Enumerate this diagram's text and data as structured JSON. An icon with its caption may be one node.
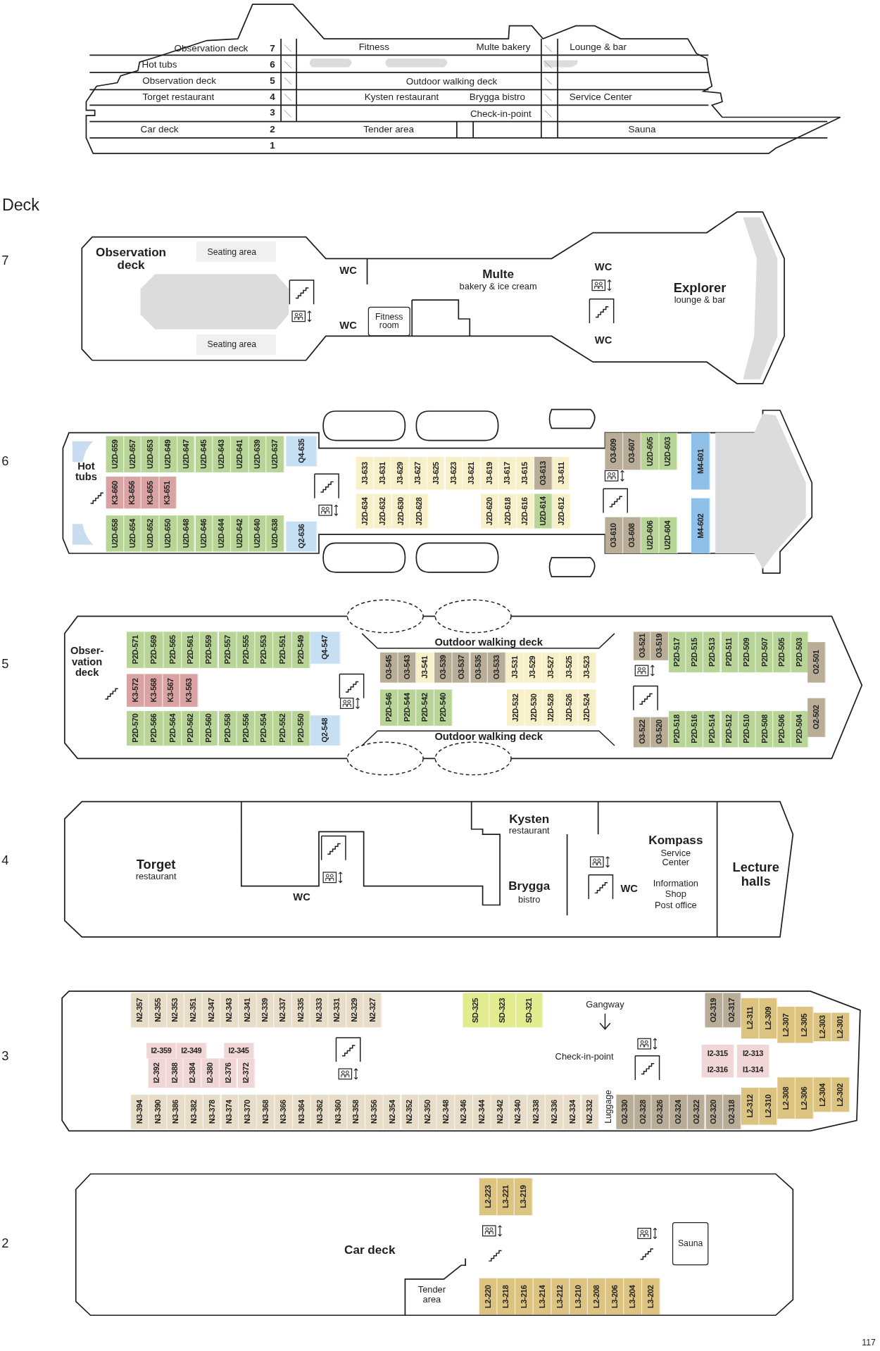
{
  "diagram": {
    "nodes": [
      {
        "text": [
          "Fitness room"
        ]
      },
      {
        "text": [
          "U2D-659"
        ]
      },
      {
        "text": [
          "U2D-657"
        ]
      },
      {
        "text": [
          "U2D-653"
        ]
      },
      {
        "text": [
          "U2D-649"
        ]
      },
      {
        "text": [
          "U2D-647"
        ]
      },
      {
        "text": [
          "U2D-645"
        ]
      },
      {
        "text": [
          "U2D-643"
        ]
      },
      {
        "text": [
          "U2D-641"
        ]
      },
      {
        "text": [
          "U2D-639"
        ]
      },
      {
        "text": [
          "U2D-637"
        ]
      },
      {
        "text": [
          "Q4-635"
        ]
      },
      {
        "text": [
          "K3-660"
        ]
      },
      {
        "text": [
          "K3-656"
        ]
      },
      {
        "text": [
          "K3-655"
        ]
      },
      {
        "text": [
          "K3-651"
        ]
      },
      {
        "text": [
          "U2D-658"
        ]
      },
      {
        "text": [
          "U2D-654"
        ]
      },
      {
        "text": [
          "U2D-652"
        ]
      },
      {
        "text": [
          "U2D-650"
        ]
      },
      {
        "text": [
          "U2D-648"
        ]
      },
      {
        "text": [
          "U2D-646"
        ]
      },
      {
        "text": [
          "U2D-644"
        ]
      },
      {
        "text": [
          "U2D-642"
        ]
      },
      {
        "text": [
          "U2D-640"
        ]
      },
      {
        "text": [
          "U2D-638"
        ]
      },
      {
        "text": [
          "Q2-636"
        ]
      },
      {
        "text": [
          "J3-633"
        ]
      },
      {
        "text": [
          "J3-631"
        ]
      },
      {
        "text": [
          "J3-629"
        ]
      },
      {
        "text": [
          "J3-627"
        ]
      },
      {
        "text": [
          "J3-625"
        ]
      },
      {
        "text": [
          "J3-623"
        ]
      },
      {
        "text": [
          "J3-621"
        ]
      },
      {
        "text": [
          "J3-619"
        ]
      },
      {
        "text": [
          "J3-617"
        ]
      },
      {
        "text": [
          "J3-615"
        ]
      },
      {
        "text": [
          "O3-613"
        ]
      },
      {
        "text": [
          "J3-611"
        ]
      },
      {
        "text": [
          "J2D-634"
        ]
      },
      {
        "text": [
          "J2D-632"
        ]
      },
      {
        "text": [
          "J2D-630"
        ]
      },
      {
        "text": [
          "J2D-628"
        ]
      },
      {
        "text": [
          "J2D-620"
        ]
      },
      {
        "text": [
          "J2D-618"
        ]
      },
      {
        "text": [
          "J2D-616"
        ]
      },
      {
        "text": [
          "U2D-614"
        ]
      },
      {
        "text": [
          "J2D-612"
        ]
      },
      {
        "text": [
          "O3-609"
        ]
      },
      {
        "text": [
          "O3-607"
        ]
      },
      {
        "text": [
          "U2D-605"
        ]
      },
      {
        "text": [
          "U2D-603"
        ]
      },
      {
        "text": [
          "M4-601"
        ]
      },
      {
        "text": [
          "O3-610"
        ]
      },
      {
        "text": [
          "O3-608"
        ]
      },
      {
        "text": [
          "U2D-606"
        ]
      },
      {
        "text": [
          "U2D-604"
        ]
      },
      {
        "text": [
          "M4-602"
        ]
      },
      {
        "text": [
          "P2D-571"
        ]
      },
      {
        "text": [
          "P2D-569"
        ]
      },
      {
        "text": [
          "P2D-565"
        ]
      },
      {
        "text": [
          "P2D-561"
        ]
      },
      {
        "text": [
          "P2D-559"
        ]
      },
      {
        "text": [
          "P2D-557"
        ]
      },
      {
        "text": [
          "P2D-555"
        ]
      },
      {
        "text": [
          "P2D-553"
        ]
      },
      {
        "text": [
          "P2D-551"
        ]
      },
      {
        "text": [
          "P2D-549"
        ]
      },
      {
        "text": [
          "Q4-547"
        ]
      },
      {
        "text": [
          "K3-572"
        ]
      },
      {
        "text": [
          "K3-568"
        ]
      },
      {
        "text": [
          "K3-567"
        ]
      },
      {
        "text": [
          "K3-563"
        ]
      },
      {
        "text": [
          "P2D-570"
        ]
      },
      {
        "text": [
          "P2D-566"
        ]
      },
      {
        "text": [
          "P2D-564"
        ]
      },
      {
        "text": [
          "P2D-562"
        ]
      },
      {
        "text": [
          "P2D-560"
        ]
      },
      {
        "text": [
          "P2D-558"
        ]
      },
      {
        "text": [
          "P2D-556"
        ]
      },
      {
        "text": [
          "P2D-554"
        ]
      },
      {
        "text": [
          "P2D-552"
        ]
      },
      {
        "text": [
          "P2D-550"
        ]
      },
      {
        "text": [
          "Q2-548"
        ]
      },
      {
        "text": [
          "O3-545"
        ]
      },
      {
        "text": [
          "O3-543"
        ]
      },
      {
        "text": [
          "J3-541"
        ]
      },
      {
        "text": [
          "O3-539"
        ]
      },
      {
        "text": [
          "O3-537"
        ]
      },
      {
        "text": [
          "O3-535"
        ]
      },
      {
        "text": [
          "O3-533"
        ]
      },
      {
        "text": [
          "J3-531"
        ]
      },
      {
        "text": [
          "J3-529"
        ]
      },
      {
        "text": [
          "J3-527"
        ]
      },
      {
        "text": [
          "J3-525"
        ]
      },
      {
        "text": [
          "J3-523"
        ]
      },
      {
        "text": [
          "P2D-546"
        ]
      },
      {
        "text": [
          "P2D-544"
        ]
      },
      {
        "text": [
          "P2D-542"
        ]
      },
      {
        "text": [
          "P2D-540"
        ]
      },
      {
        "text": [
          "J2D-532"
        ]
      },
      {
        "text": [
          "J2D-530"
        ]
      },
      {
        "text": [
          "J2D-528"
        ]
      },
      {
        "text": [
          "J2D-526"
        ]
      },
      {
        "text": [
          "J2D-524"
        ]
      },
      {
        "text": [
          "O3-521"
        ]
      },
      {
        "text": [
          "O3-519"
        ]
      },
      {
        "text": [
          "P2D-517"
        ]
      },
      {
        "text": [
          "P2D-515"
        ]
      },
      {
        "text": [
          "P2D-513"
        ]
      },
      {
        "text": [
          "P2D-511"
        ]
      },
      {
        "text": [
          "P2D-509"
        ]
      },
      {
        "text": [
          "P2D-507"
        ]
      },
      {
        "text": [
          "P2D-505"
        ]
      },
      {
        "text": [
          "P2D-503"
        ]
      },
      {
        "text": [
          "O2-501"
        ]
      },
      {
        "text": [
          "O3-522"
        ]
      },
      {
        "text": [
          "O3-520"
        ]
      },
      {
        "text": [
          "P2D-518"
        ]
      },
      {
        "text": [
          "P2D-516"
        ]
      },
      {
        "text": [
          "P2D-514"
        ]
      },
      {
        "text": [
          "P2D-512"
        ]
      },
      {
        "text": [
          "P2D-510"
        ]
      },
      {
        "text": [
          "P2D-508"
        ]
      },
      {
        "text": [
          "P2D-506"
        ]
      },
      {
        "text": [
          "P2D-504"
        ]
      },
      {
        "text": [
          "O2-502"
        ]
      },
      {
        "text": [
          "N2-357"
        ]
      },
      {
        "text": [
          "N2-355"
        ]
      },
      {
        "text": [
          "N2-353"
        ]
      },
      {
        "text": [
          "N2-351"
        ]
      },
      {
        "text": [
          "N2-347"
        ]
      },
      {
        "text": [
          "N2-343"
        ]
      },
      {
        "text": [
          "N2-341"
        ]
      },
      {
        "text": [
          "N2-339"
        ]
      },
      {
        "text": [
          "N2-337"
        ]
      },
      {
        "text": [
          "N2-335"
        ]
      },
      {
        "text": [
          "N2-333"
        ]
      },
      {
        "text": [
          "N2-331"
        ]
      },
      {
        "text": [
          "N2-329"
        ]
      },
      {
        "text": [
          "N2-327"
        ]
      },
      {
        "text": [
          "SD-325"
        ]
      },
      {
        "text": [
          "SD-323"
        ]
      },
      {
        "text": [
          "SD-321"
        ]
      },
      {
        "text": [
          "I2-359"
        ]
      },
      {
        "text": [
          "I2-349"
        ]
      },
      {
        "text": [
          "I2-345"
        ]
      },
      {
        "text": [
          "I2-392"
        ]
      },
      {
        "text": [
          "I2-388"
        ]
      },
      {
        "text": [
          "I2-384"
        ]
      },
      {
        "text": [
          "I2-380"
        ]
      },
      {
        "text": [
          "I2-376"
        ]
      },
      {
        "text": [
          "I2-372"
        ]
      },
      {
        "text": [
          "I2-315"
        ]
      },
      {
        "text": [
          "I2-313"
        ]
      },
      {
        "text": [
          "I2-316"
        ]
      },
      {
        "text": [
          "I1-314"
        ]
      },
      {
        "text": [
          "O2-319"
        ]
      },
      {
        "text": [
          "O2-317"
        ]
      },
      {
        "text": [
          "L2-311"
        ]
      },
      {
        "text": [
          "L2-309"
        ]
      },
      {
        "text": [
          "L2-307"
        ]
      },
      {
        "text": [
          "L2-305"
        ]
      },
      {
        "text": [
          "L2-303"
        ]
      },
      {
        "text": [
          "L2-301"
        ]
      },
      {
        "text": [
          "N3-394"
        ]
      },
      {
        "text": [
          "N3-390"
        ]
      },
      {
        "text": [
          "N3-386"
        ]
      },
      {
        "text": [
          "N3-382"
        ]
      },
      {
        "text": [
          "N3-378"
        ]
      },
      {
        "text": [
          "N3-374"
        ]
      },
      {
        "text": [
          "N3-370"
        ]
      },
      {
        "text": [
          "N3-368"
        ]
      },
      {
        "text": [
          "N3-366"
        ]
      },
      {
        "text": [
          "N3-364"
        ]
      },
      {
        "text": [
          "N3-362"
        ]
      },
      {
        "text": [
          "N3-360"
        ]
      },
      {
        "text": [
          "N3-358"
        ]
      },
      {
        "text": [
          "N3-356"
        ]
      },
      {
        "text": [
          "N2-354"
        ]
      },
      {
        "text": [
          "N2-352"
        ]
      },
      {
        "text": [
          "N2-350"
        ]
      },
      {
        "text": [
          "N2-348"
        ]
      },
      {
        "text": [
          "N2-346"
        ]
      },
      {
        "text": [
          "N2-344"
        ]
      },
      {
        "text": [
          "N2-342"
        ]
      },
      {
        "text": [
          "N2-340"
        ]
      },
      {
        "text": [
          "N2-338"
        ]
      },
      {
        "text": [
          "N2-336"
        ]
      },
      {
        "text": [
          "N2-334"
        ]
      },
      {
        "text": [
          "N2-332"
        ]
      },
      {
        "text": [
          "O2-330"
        ]
      },
      {
        "text": [
          "O2-328"
        ]
      },
      {
        "text": [
          "O2-326"
        ]
      },
      {
        "text": [
          "O2-324"
        ]
      },
      {
        "text": [
          "O2-322"
        ]
      },
      {
        "text": [
          "O2-320"
        ]
      },
      {
        "text": [
          "O2-318"
        ]
      },
      {
        "text": [
          "L2-312"
        ]
      },
      {
        "text": [
          "L2-310"
        ]
      },
      {
        "text": [
          "L2-308"
        ]
      },
      {
        "text": [
          "L2-306"
        ]
      },
      {
        "text": [
          "L2-304"
        ]
      },
      {
        "text": [
          "L2-302"
        ]
      },
      {
        "text": [
          "L2-223"
        ]
      },
      {
        "text": [
          "L3-221"
        ]
      },
      {
        "text": [
          "L3-219"
        ]
      },
      {
        "text": [
          "L2-220"
        ]
      },
      {
        "text": [
          "L3-218"
        ]
      },
      {
        "text": [
          "L3-216"
        ]
      },
      {
        "text": [
          "L3-214"
        ]
      },
      {
        "text": [
          "L3-212"
        ]
      },
      {
        "text": [
          "L3-210"
        ]
      },
      {
        "text": [
          "L2-208"
        ]
      },
      {
        "text": [
          "L3-206"
        ]
      },
      {
        "text": [
          "L3-204"
        ]
      },
      {
        "text": [
          "L3-202"
        ]
      },
      {
        "text": [
          "Sauna"
        ]
      }
    ],
    "labels": [
      "Observation deck",
      "7",
      "Fitness",
      "Multe bakery",
      "Lounge & bar",
      "Hot tubs",
      "6",
      "Observation deck",
      "5",
      "Outdoor walking deck",
      "Torget restaurant",
      "4",
      "Kysten restaurant",
      "Brygga bistro",
      "Service Center",
      "3",
      "Check-in-point",
      "Car deck",
      "2",
      "Tender area",
      "Sauna",
      "1",
      "Deck",
      "7",
      "Observation deck",
      "Seating area",
      "Seating area",
      "WC",
      "WC",
      "Multe",
      "bakery & ice cream",
      "WC",
      "WC",
      "Explorer",
      "lounge & bar",
      "6",
      "Hot tubs",
      "5",
      "Obser-vation deck",
      "Outdoor walking deck",
      "Outdoor walking deck",
      "4",
      "Torget",
      "restaurant",
      "WC",
      "Kysten",
      "restaurant",
      "Brygga",
      "bistro",
      "WC",
      "Kompass",
      "Service Center",
      "Information",
      "Shop",
      "Post office",
      "Lecture halls",
      "3",
      "Gangway",
      "Check-in-point",
      "Luggage",
      "2",
      "Car deck",
      "Tender area",
      "117"
    ]
  }
}
